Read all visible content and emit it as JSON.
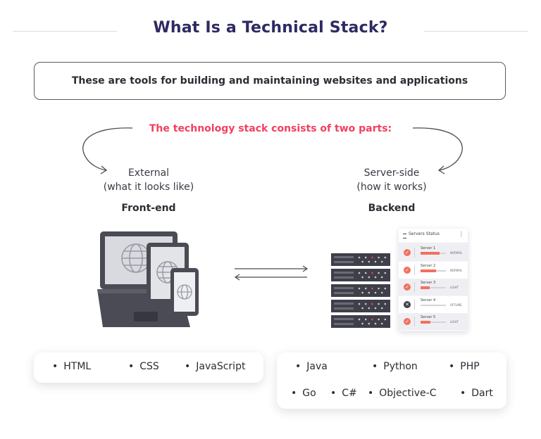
{
  "title": "What Is a Technical Stack?",
  "subtitle": "These are tools for building and maintaining websites and applications",
  "parts_heading": "The technology stack consists of two parts:",
  "frontend": {
    "desc_line1": "External",
    "desc_line2": "(what it looks like)",
    "name": "Front-end",
    "technologies": [
      "HTML",
      "CSS",
      "JavaScript"
    ]
  },
  "backend": {
    "desc_line1": "Server-side",
    "desc_line2": "(how it works)",
    "name": "Backend",
    "technologies": [
      "Java",
      "Python",
      "PHP",
      "Go",
      "C#",
      "Objective-C",
      "Dart"
    ]
  },
  "server_panel": {
    "title": "Servers Status",
    "servers": [
      {
        "name": "Server 1",
        "status": "NORMAL",
        "ok": true,
        "load": 0.75
      },
      {
        "name": "Server 2",
        "status": "NORMAL",
        "ok": true,
        "load": 0.6
      },
      {
        "name": "Server 3",
        "status": "LIGHT",
        "ok": true,
        "load": 0.35
      },
      {
        "name": "Server 4",
        "status": "OFFLINE",
        "ok": false,
        "load": 0
      },
      {
        "name": "Server 5",
        "status": "LIGHT",
        "ok": true,
        "load": 0.4
      }
    ]
  },
  "colors": {
    "title": "#2e2a62",
    "accent": "#f2405e",
    "device_dark": "#4a4b55",
    "server_dark": "#3e3f49",
    "status_ok": "#f2705e",
    "status_off": "#3e3f49"
  },
  "icons": [
    "laptop-icon",
    "tablet-icon",
    "phone-icon",
    "globe-icon",
    "server-rack-icon",
    "check-circle-icon",
    "x-circle-icon",
    "kebab-menu-icon",
    "list-icon",
    "double-arrow-icon",
    "curved-arrow-icon"
  ]
}
